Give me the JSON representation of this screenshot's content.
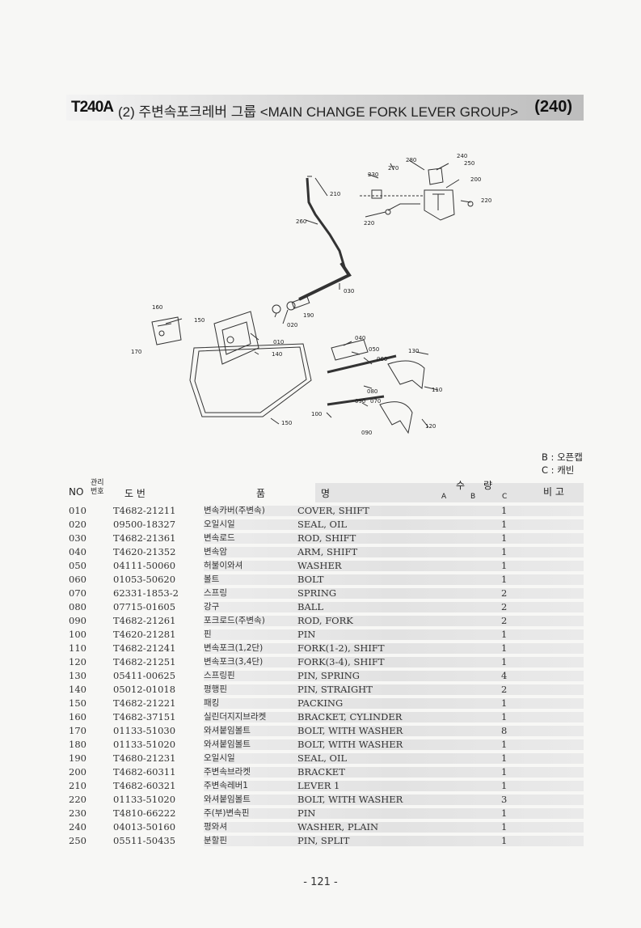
{
  "header": {
    "model": "T240A",
    "title": "(2) 주변속포크레버 그룹 <MAIN CHANGE FORK LEVER GROUP>",
    "code": "(240)"
  },
  "diagram": {
    "callouts": [
      "010",
      "020",
      "030",
      "040",
      "050",
      "060",
      "080",
      "090",
      "070",
      "090",
      "100",
      "110",
      "120",
      "130",
      "140",
      "150",
      "160",
      "150",
      "170",
      "190",
      "200",
      "210",
      "220",
      "220",
      "230",
      "240",
      "250",
      "260",
      "270",
      "280"
    ]
  },
  "legend": {
    "b": "B : 오픈캡",
    "c": "C : 캐빈"
  },
  "table_header": {
    "no": "NO",
    "mgmt_num": "관리\n번호",
    "part_num": "도        번",
    "name_kr": "품",
    "name_en": "명",
    "qty": "수",
    "qty2": "량",
    "col_a": "A",
    "col_b": "B",
    "col_c": "C",
    "remark": "비 고"
  },
  "rows": [
    {
      "no": "010",
      "part": "T4682-21211",
      "kr": "변속카버(주변속)",
      "en": "COVER, SHIFT",
      "qty": "1"
    },
    {
      "no": "020",
      "part": "09500-18327",
      "kr": "오일시일",
      "en": "SEAL, OIL",
      "qty": "1"
    },
    {
      "no": "030",
      "part": "T4682-21361",
      "kr": "변속로드",
      "en": "ROD, SHIFT",
      "qty": "1"
    },
    {
      "no": "040",
      "part": "T4620-21352",
      "kr": "변속암",
      "en": "ARM, SHIFT",
      "qty": "1"
    },
    {
      "no": "050",
      "part": "04111-50060",
      "kr": "허불이와셔",
      "en": "WASHER",
      "qty": "1"
    },
    {
      "no": "060",
      "part": "01053-50620",
      "kr": "볼트",
      "en": "BOLT",
      "qty": "1"
    },
    {
      "no": "070",
      "part": "62331-1853-2",
      "kr": "스프링",
      "en": "SPRING",
      "qty": "2"
    },
    {
      "no": "080",
      "part": "07715-01605",
      "kr": "강구",
      "en": "BALL",
      "qty": "2"
    },
    {
      "no": "090",
      "part": "T4682-21261",
      "kr": "포크로드(주변속)",
      "en": "ROD, FORK",
      "qty": "2"
    },
    {
      "no": "100",
      "part": "T4620-21281",
      "kr": "핀",
      "en": "PIN",
      "qty": "1"
    },
    {
      "no": "110",
      "part": "T4682-21241",
      "kr": "변속포크(1,2단)",
      "en": "FORK(1-2), SHIFT",
      "qty": "1"
    },
    {
      "no": "120",
      "part": "T4682-21251",
      "kr": "변속포크(3,4단)",
      "en": "FORK(3-4), SHIFT",
      "qty": "1"
    },
    {
      "no": "130",
      "part": "05411-00625",
      "kr": "스프링핀",
      "en": "PIN, SPRING",
      "qty": "4"
    },
    {
      "no": "140",
      "part": "05012-01018",
      "kr": "평행핀",
      "en": "PIN, STRAIGHT",
      "qty": "2"
    },
    {
      "no": "150",
      "part": "T4682-21221",
      "kr": "패킹",
      "en": "PACKING",
      "qty": "1"
    },
    {
      "no": "160",
      "part": "T4682-37151",
      "kr": "실린더지지브라켓",
      "en": "BRACKET, CYLINDER",
      "qty": "1"
    },
    {
      "no": "170",
      "part": "01133-51030",
      "kr": "와셔붙임볼트",
      "en": "BOLT, WITH WASHER",
      "qty": "8"
    },
    {
      "no": "180",
      "part": "01133-51020",
      "kr": "와셔붙임볼트",
      "en": "BOLT, WITH WASHER",
      "qty": "1"
    },
    {
      "no": "190",
      "part": "T4680-21231",
      "kr": "오일시일",
      "en": "SEAL, OIL",
      "qty": "1"
    },
    {
      "no": "200",
      "part": "T4682-60311",
      "kr": "주변속브라켓",
      "en": "BRACKET",
      "qty": "1"
    },
    {
      "no": "210",
      "part": "T4682-60321",
      "kr": "주변속레버1",
      "en": "LEVER 1",
      "qty": "1"
    },
    {
      "no": "220",
      "part": "01133-51020",
      "kr": "와셔붙임볼트",
      "en": "BOLT, WITH WASHER",
      "qty": "3"
    },
    {
      "no": "230",
      "part": "T4810-66222",
      "kr": "주(부)변속핀",
      "en": "PIN",
      "qty": "1"
    },
    {
      "no": "240",
      "part": "04013-50160",
      "kr": "평와셔",
      "en": "WASHER, PLAIN",
      "qty": "1"
    },
    {
      "no": "250",
      "part": "05511-50435",
      "kr": "분할핀",
      "en": "PIN, SPLIT",
      "qty": "1"
    }
  ],
  "page_number": "- 121 -"
}
